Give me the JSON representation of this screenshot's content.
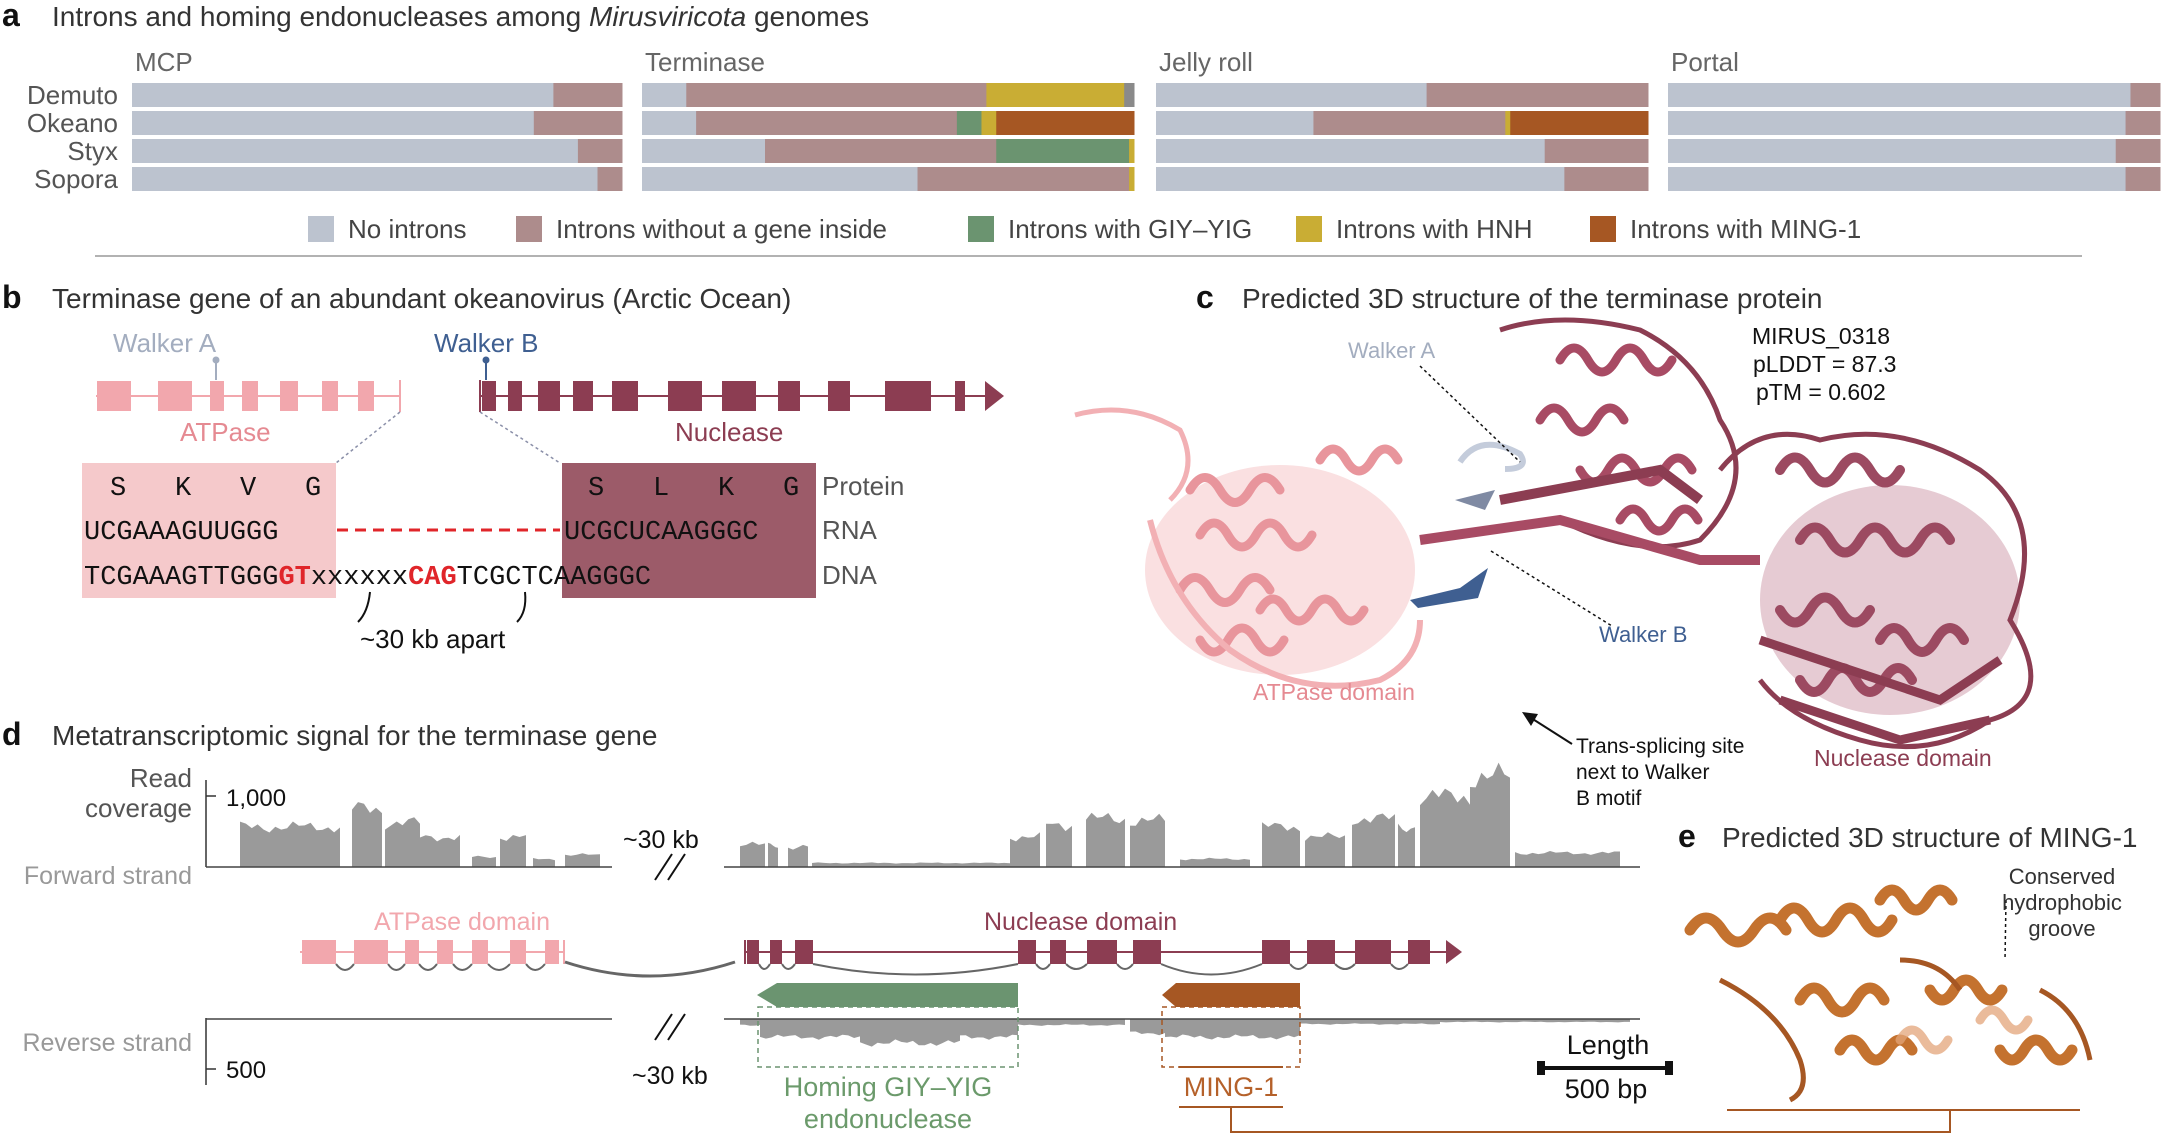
{
  "panel_a": {
    "letter": "a",
    "title_prefix": "Introns and homing endonucleases among ",
    "title_italic": "Mirusviricota",
    "title_suffix": " genomes",
    "genes": [
      "MCP",
      "Terminase",
      "Jelly roll",
      "Portal"
    ],
    "genomes": [
      "Demuto",
      "Okeano",
      "Styx",
      "Sopora"
    ],
    "legend": [
      {
        "label": "No introns",
        "color": "#bcc3cf"
      },
      {
        "label": "Introns without a gene inside",
        "color": "#ad8c8c"
      },
      {
        "label": "Introns with GIY–YIG",
        "color": "#6b9470"
      },
      {
        "label": "Introns with HNH",
        "color": "#c9ad34"
      },
      {
        "label": "Introns with MING-1",
        "color": "#a65723"
      }
    ],
    "tracks": [
      [
        [
          [
            "none",
            0.86
          ],
          [
            "intron",
            0.14
          ]
        ],
        [
          [
            "none",
            0.09
          ],
          [
            "intron",
            0.61
          ],
          [
            "hnh",
            0.28
          ],
          [
            "gray",
            0.02
          ]
        ],
        [
          [
            "none",
            0.55
          ],
          [
            "intron",
            0.45
          ]
        ],
        [
          [
            "none",
            0.94
          ],
          [
            "intron",
            0.06
          ]
        ]
      ],
      [
        [
          [
            "none",
            0.82
          ],
          [
            "intron",
            0.18
          ]
        ],
        [
          [
            "none",
            0.11
          ],
          [
            "intron",
            0.53
          ],
          [
            "giy",
            0.05
          ],
          [
            "hnh",
            0.03
          ],
          [
            "ming",
            0.28
          ]
        ],
        [
          [
            "none",
            0.32
          ],
          [
            "intron",
            0.39
          ],
          [
            "hnh",
            0.01
          ],
          [
            "ming",
            0.28
          ]
        ],
        [
          [
            "none",
            0.93
          ],
          [
            "intron",
            0.07
          ]
        ]
      ],
      [
        [
          [
            "none",
            0.91
          ],
          [
            "intron",
            0.09
          ]
        ],
        [
          [
            "none",
            0.25
          ],
          [
            "intron",
            0.47
          ],
          [
            "giy",
            0.27
          ],
          [
            "hnh",
            0.01
          ]
        ],
        [
          [
            "none",
            0.79
          ],
          [
            "intron",
            0.21
          ]
        ],
        [
          [
            "none",
            0.91
          ],
          [
            "intron",
            0.09
          ]
        ]
      ],
      [
        [
          [
            "none",
            0.95
          ],
          [
            "intron",
            0.05
          ]
        ],
        [
          [
            "none",
            0.56
          ],
          [
            "intron",
            0.43
          ],
          [
            "hnh",
            0.01
          ]
        ],
        [
          [
            "none",
            0.83
          ],
          [
            "intron",
            0.17
          ]
        ],
        [
          [
            "none",
            0.93
          ],
          [
            "intron",
            0.07
          ]
        ]
      ]
    ]
  },
  "panel_b": {
    "letter": "b",
    "title": "Terminase gene of an abundant okeanovirus (Arctic Ocean)",
    "walker_a": "Walker A",
    "walker_b": "Walker B",
    "atpase_label": "ATPase",
    "nuclease_label": "Nuclease",
    "protein_left": [
      "S",
      "K",
      "V",
      "G"
    ],
    "protein_right": [
      "S",
      "L",
      "K",
      "G"
    ],
    "rna_left": "UCGAAAGUUGGG",
    "rna_right": "UCGCUCAAGGGC",
    "dna_left": "TCGAAAGTTGGG",
    "dna_gt": "GT",
    "dna_mid": "xxxxxx",
    "dna_cag": "CAG",
    "dna_right": "TCGCTCAAGGGC",
    "row_protein": "Protein",
    "row_rna": "RNA",
    "row_dna": "DNA",
    "apart": "~30 kb apart"
  },
  "panel_c": {
    "letter": "c",
    "title": "Predicted 3D structure of the terminase protein",
    "model_id": "MIRUS_0318",
    "plddt": "pLDDT = 87.3",
    "ptm": "pTM = 0.602",
    "walker_a": "Walker A",
    "walker_b": "Walker B",
    "atpase_domain": "ATPase domain",
    "nuclease_domain": "Nuclease domain",
    "splice_note": [
      "Trans-splicing site",
      "next to Walker",
      "B motif"
    ]
  },
  "panel_d": {
    "letter": "d",
    "title": "Metatranscriptomic signal for the terminase gene",
    "read_coverage": [
      "Read",
      "coverage"
    ],
    "tick_1000": "1,000",
    "tick_500": "500",
    "forward": "Forward strand",
    "reverse": "Reverse strand",
    "gap_top": "~30 kb",
    "gap_bottom": "~30 kb",
    "atpase_domain": "ATPase domain",
    "nuclease_domain": "Nuclease domain",
    "giy": [
      "Homing GIY–YIG",
      "endonuclease"
    ],
    "ming": "MING-1",
    "length_label": "Length",
    "length_value": "500 bp"
  },
  "panel_e": {
    "letter": "e",
    "title": "Predicted 3D structure of MING-1",
    "groove": [
      "Conserved",
      "hydrophobic",
      "groove"
    ]
  },
  "colors": {
    "none": "#bcc3cf",
    "intron": "#ad8c8c",
    "giy": "#6b9470",
    "hnh": "#c9ad34",
    "ming": "#a65723",
    "gray": "#8a8a8a",
    "atpase": "#f2a7ad",
    "atpase_bg": "#f5c9cb",
    "nuclease": "#8c3d52",
    "nuclease_bg": "#9c5b69",
    "walkerA": "#a3adbf",
    "walkerB": "#3f5f91",
    "red": "#e0252a",
    "signal": "#9a9a9a",
    "giy_text": "#6b9a6b",
    "ming_text": "#b5612a"
  }
}
